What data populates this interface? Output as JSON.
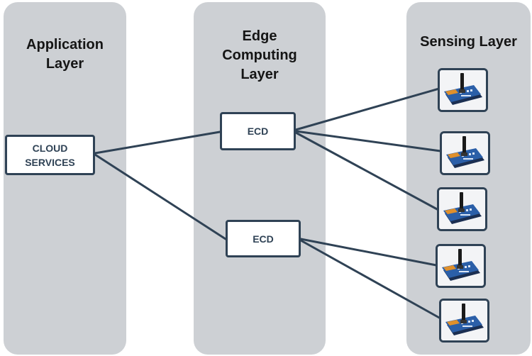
{
  "layers": [
    {
      "id": "application",
      "title_lines": [
        "Application",
        "Layer"
      ]
    },
    {
      "id": "edge",
      "title_lines": [
        "Edge",
        "Computing",
        "Layer"
      ]
    },
    {
      "id": "sensing",
      "title_lines": [
        "Sensing Layer"
      ]
    }
  ],
  "nodes": {
    "cloud": {
      "label_lines": [
        "CLOUD",
        "SERVICES"
      ]
    },
    "ecd1": {
      "label": "ECD"
    },
    "ecd2": {
      "label": "ECD"
    }
  },
  "sensors": [
    {
      "id": "sensor-1",
      "icon": "wireless-sensor-module-icon"
    },
    {
      "id": "sensor-2",
      "icon": "wireless-sensor-module-icon"
    },
    {
      "id": "sensor-3",
      "icon": "wireless-sensor-module-icon"
    },
    {
      "id": "sensor-4",
      "icon": "wireless-sensor-module-icon"
    },
    {
      "id": "sensor-5",
      "icon": "wireless-sensor-module-icon"
    }
  ],
  "connections": [
    {
      "from": "cloud",
      "to": "ecd1"
    },
    {
      "from": "cloud",
      "to": "ecd2"
    },
    {
      "from": "ecd1",
      "to": "sensor-1"
    },
    {
      "from": "ecd1",
      "to": "sensor-2"
    },
    {
      "from": "ecd1",
      "to": "sensor-3"
    },
    {
      "from": "ecd2",
      "to": "sensor-4"
    },
    {
      "from": "ecd2",
      "to": "sensor-5"
    }
  ],
  "colors": {
    "layer_background": "#cdd0d4",
    "node_border": "#2f4255",
    "line": "#2f4255",
    "module_board": "#2b5fa8"
  }
}
